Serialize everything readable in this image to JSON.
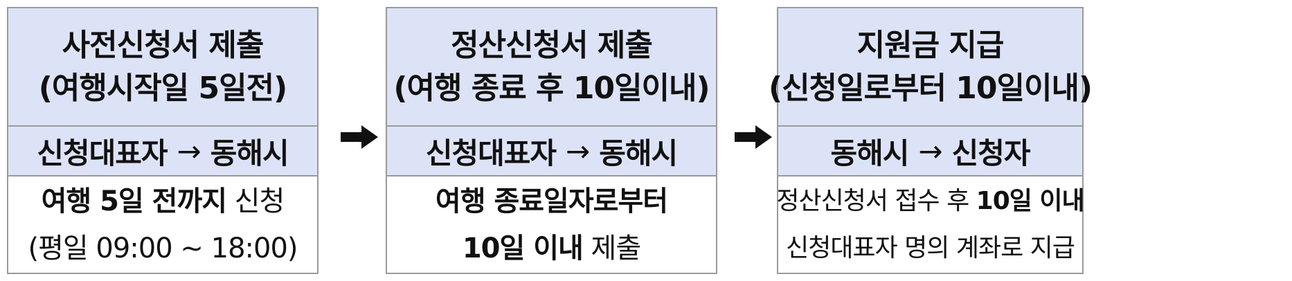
{
  "steps": [
    {
      "title_line1": "사전신청서 제출",
      "title_line2": "(여행시작일 5일전)",
      "flow_from": "신청대표자",
      "flow_arrow": "→",
      "flow_to": "동해시",
      "body_line1_bold": "여행 5일 전까지",
      "body_line1_normal": " 신청",
      "body_line2": "(평일 09:00 ~ 18:00)"
    },
    {
      "title_line1": "정산신청서 제출",
      "title_line2": "(여행 종료 후 10일이내)",
      "flow_from": "신청대표자",
      "flow_arrow": "→",
      "flow_to": "동해시",
      "body_line1_bold": "여행 종료일자로부터",
      "body_line2_bold": "10일 이내",
      "body_line2_normal": " 제출"
    },
    {
      "title_line1": "지원금 지급",
      "title_line2": "(신청일로부터 10일이내)",
      "flow_from": "동해시",
      "flow_arrow": "→",
      "flow_to": "신청자",
      "body_line1_normal": "정산신청서 접수 후 ",
      "body_line1_bold": "10일 이내",
      "body_line2": "신청대표자 명의 계좌로 지급"
    }
  ],
  "connector_icon": "heavy-right-arrow-icon",
  "colors": {
    "header_bg": "#dde3f7",
    "border": "#9a9a9a",
    "text": "#111111"
  }
}
